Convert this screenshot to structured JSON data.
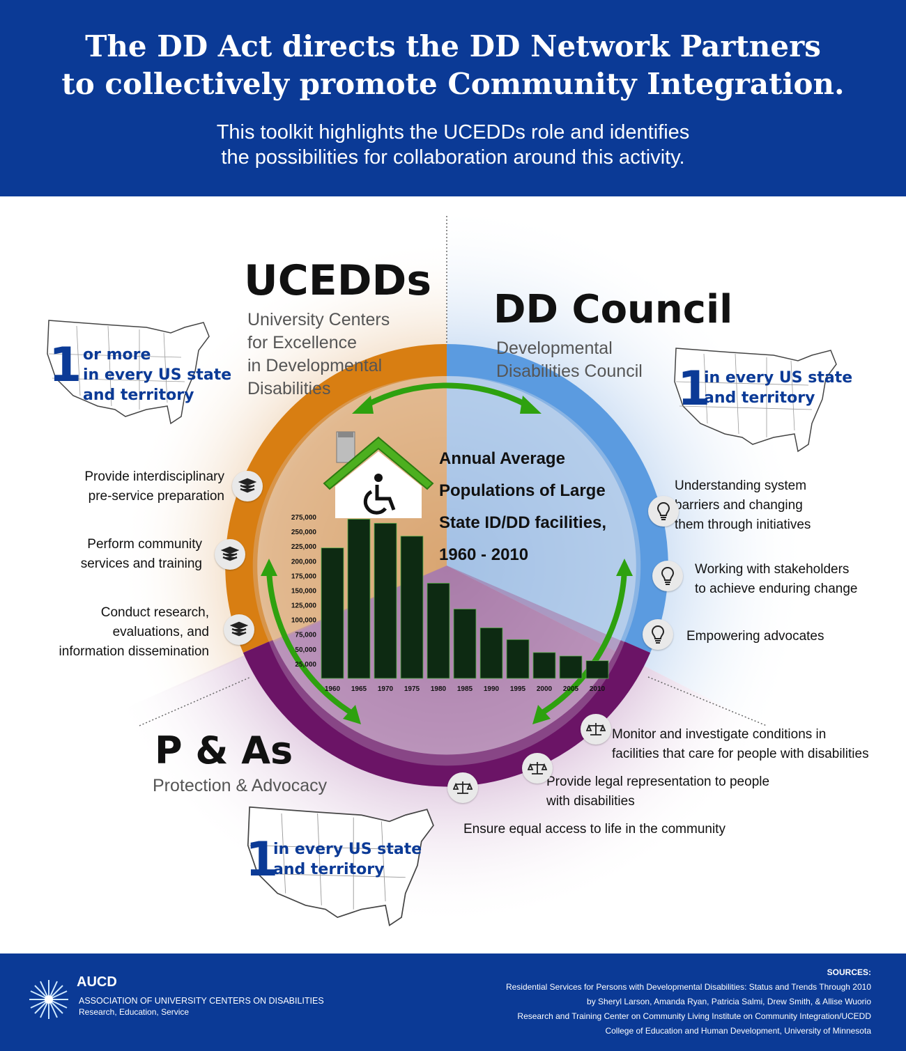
{
  "header": {
    "title": "The DD Act directs the  DD Network Partners\nto collectively promote Community Integration.",
    "subtitle": "This toolkit highlights the UCEDDs role and identifies\nthe possibilities for collaboration around this activity."
  },
  "ucedds": {
    "title": "UCEDDs",
    "subtitle": "University Centers\nfor Excellence\nin Developmental\nDisabilities",
    "count_number": "1",
    "count_text": "or more\nin every US state\nand territory",
    "items": [
      "Provide interdisciplinary\npre-service preparation",
      "Perform community\nservices and training",
      "Conduct research,\nevaluations, and\ninformation dissemination"
    ],
    "icon": "books-icon",
    "color": "#d87e12"
  },
  "council": {
    "title": "DD Council",
    "subtitle": "Developmental\nDisabilities Council",
    "count_number": "1",
    "count_text": "in every US state\nand territory",
    "items": [
      "Understanding system\nbarriers and changing\nthem through initiatives",
      "Working with stakeholders\nto achieve enduring change",
      "Empowering advocates"
    ],
    "icon": "lightbulb-icon",
    "color": "#5b9be0"
  },
  "pas": {
    "title": "P & As",
    "subtitle": "Protection & Advocacy",
    "count_number": "1",
    "count_text": "in every US state\nand territory",
    "items": [
      "Monitor and investigate conditions in\nfacilities that care for people with disabilities",
      "Provide legal representation to people\nwith disabilities",
      "Ensure equal access to life in the community"
    ],
    "icon": "scales-icon",
    "color": "#6b1466"
  },
  "chart_data": {
    "type": "bar",
    "title": "Annual Average\nPopulations of Large\nState ID/DD facilities,\n1960 - 2010",
    "categories": [
      "1960",
      "1965",
      "1970",
      "1975",
      "1980",
      "1985",
      "1990",
      "1995",
      "2000",
      "2005",
      "2010"
    ],
    "values": [
      222000,
      271000,
      264000,
      242000,
      162000,
      118000,
      86000,
      66000,
      44000,
      38000,
      30000
    ],
    "yticks": [
      "275,000",
      "250,000",
      "225,000",
      "200,000",
      "175,000",
      "150,000",
      "125,000",
      "100,000",
      "75,000",
      "50,000",
      "25,000"
    ],
    "ylim": [
      0,
      275000
    ],
    "grid": false,
    "bar_color": "#0d2a12"
  },
  "footer": {
    "org_short": "AUCD",
    "org_full": "ASSOCIATION OF UNIVERSITY CENTERS ON DISABILITIES",
    "tagline": "Research, Education, Service",
    "sources_label": "SOURCES:",
    "sources": [
      "Residential Services for Persons with Developmental Disabilities: Status and Trends Through 2010",
      "by Sheryl Larson, Amanda Ryan, Patricia Salmi, Drew Smith, & Allise Wuorio",
      "Research and Training Center on Community Living Institute on Community Integration/UCEDD",
      "College of Education and Human Development, University of Minnesota"
    ]
  }
}
